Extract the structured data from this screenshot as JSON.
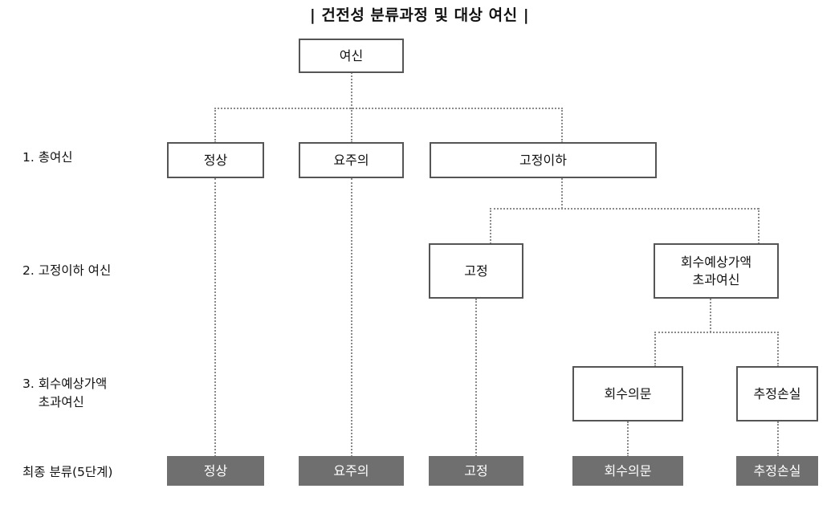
{
  "title": "| 건전성 분류과정 및 대상 여신 |",
  "row_labels": [
    {
      "id": "total-credit",
      "text": "1. 총여신"
    },
    {
      "id": "substandard-below-credit",
      "text": "2. 고정이하 여신"
    },
    {
      "id": "excess-over-recoverable",
      "text": "3. 회수예상가액\n    초과여신"
    },
    {
      "id": "final-classification",
      "text": "최종 분류(5단계)"
    }
  ],
  "nodes": {
    "root": {
      "label": "여신"
    },
    "level1": [
      {
        "id": "normal",
        "label": "정상"
      },
      {
        "id": "precautionary",
        "label": "요주의"
      },
      {
        "id": "substandard-below",
        "label": "고정이하"
      }
    ],
    "level2": [
      {
        "id": "substandard",
        "label": "고정"
      },
      {
        "id": "excess-recoverable",
        "label": "회수예상가액\n초과여신"
      }
    ],
    "level3": [
      {
        "id": "doubtful",
        "label": "회수의문"
      },
      {
        "id": "estimated-loss",
        "label": "추정손실"
      }
    ],
    "final": [
      {
        "id": "final-normal",
        "label": "정상"
      },
      {
        "id": "final-precautionary",
        "label": "요주의"
      },
      {
        "id": "final-substandard",
        "label": "고정"
      },
      {
        "id": "final-doubtful",
        "label": "회수의문"
      },
      {
        "id": "final-estimated-loss",
        "label": "추정손실"
      }
    ]
  },
  "colors": {
    "box_border": "#555555",
    "final_fill": "#6f6f6f",
    "final_text": "#ffffff",
    "connector": "#8a8a8a",
    "text": "#111111"
  }
}
